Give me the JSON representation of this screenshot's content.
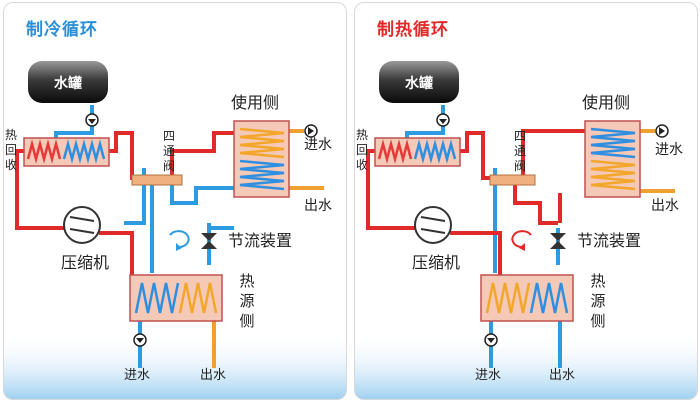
{
  "colors": {
    "hot_pipe": "#e02a2a",
    "cold_pipe": "#2c9be0",
    "warm_pipe": "#f0a030",
    "coil_red": "#e53a3a",
    "coil_blue": "#2e8fe0",
    "coil_orange": "#f2a62a",
    "box_fill": "#f5c9b8",
    "cooling_title": "#2a8fd8",
    "heating_title": "#e02a2a"
  },
  "panels": [
    {
      "id": "cooling",
      "title": "制冷循环",
      "water_tank": "水罐",
      "heat_recovery": "热回收",
      "four_way_valve": "四通阀",
      "user_side": "使用侧",
      "water_in_top": "进水",
      "water_out_top": "出水",
      "compressor": "压缩机",
      "throttle": "节流装置",
      "source_side": "热源侧",
      "water_in_bottom": "进水",
      "water_out_bottom": "出水"
    },
    {
      "id": "heating",
      "title": "制热循环",
      "water_tank": "水罐",
      "heat_recovery": "热回收",
      "four_way_valve": "四通阀",
      "user_side": "使用侧",
      "water_in_top": "进水",
      "water_out_top": "出水",
      "compressor": "压缩机",
      "throttle": "节流装置",
      "source_side": "热源侧",
      "water_in_bottom": "进水",
      "water_out_bottom": "出水"
    }
  ]
}
